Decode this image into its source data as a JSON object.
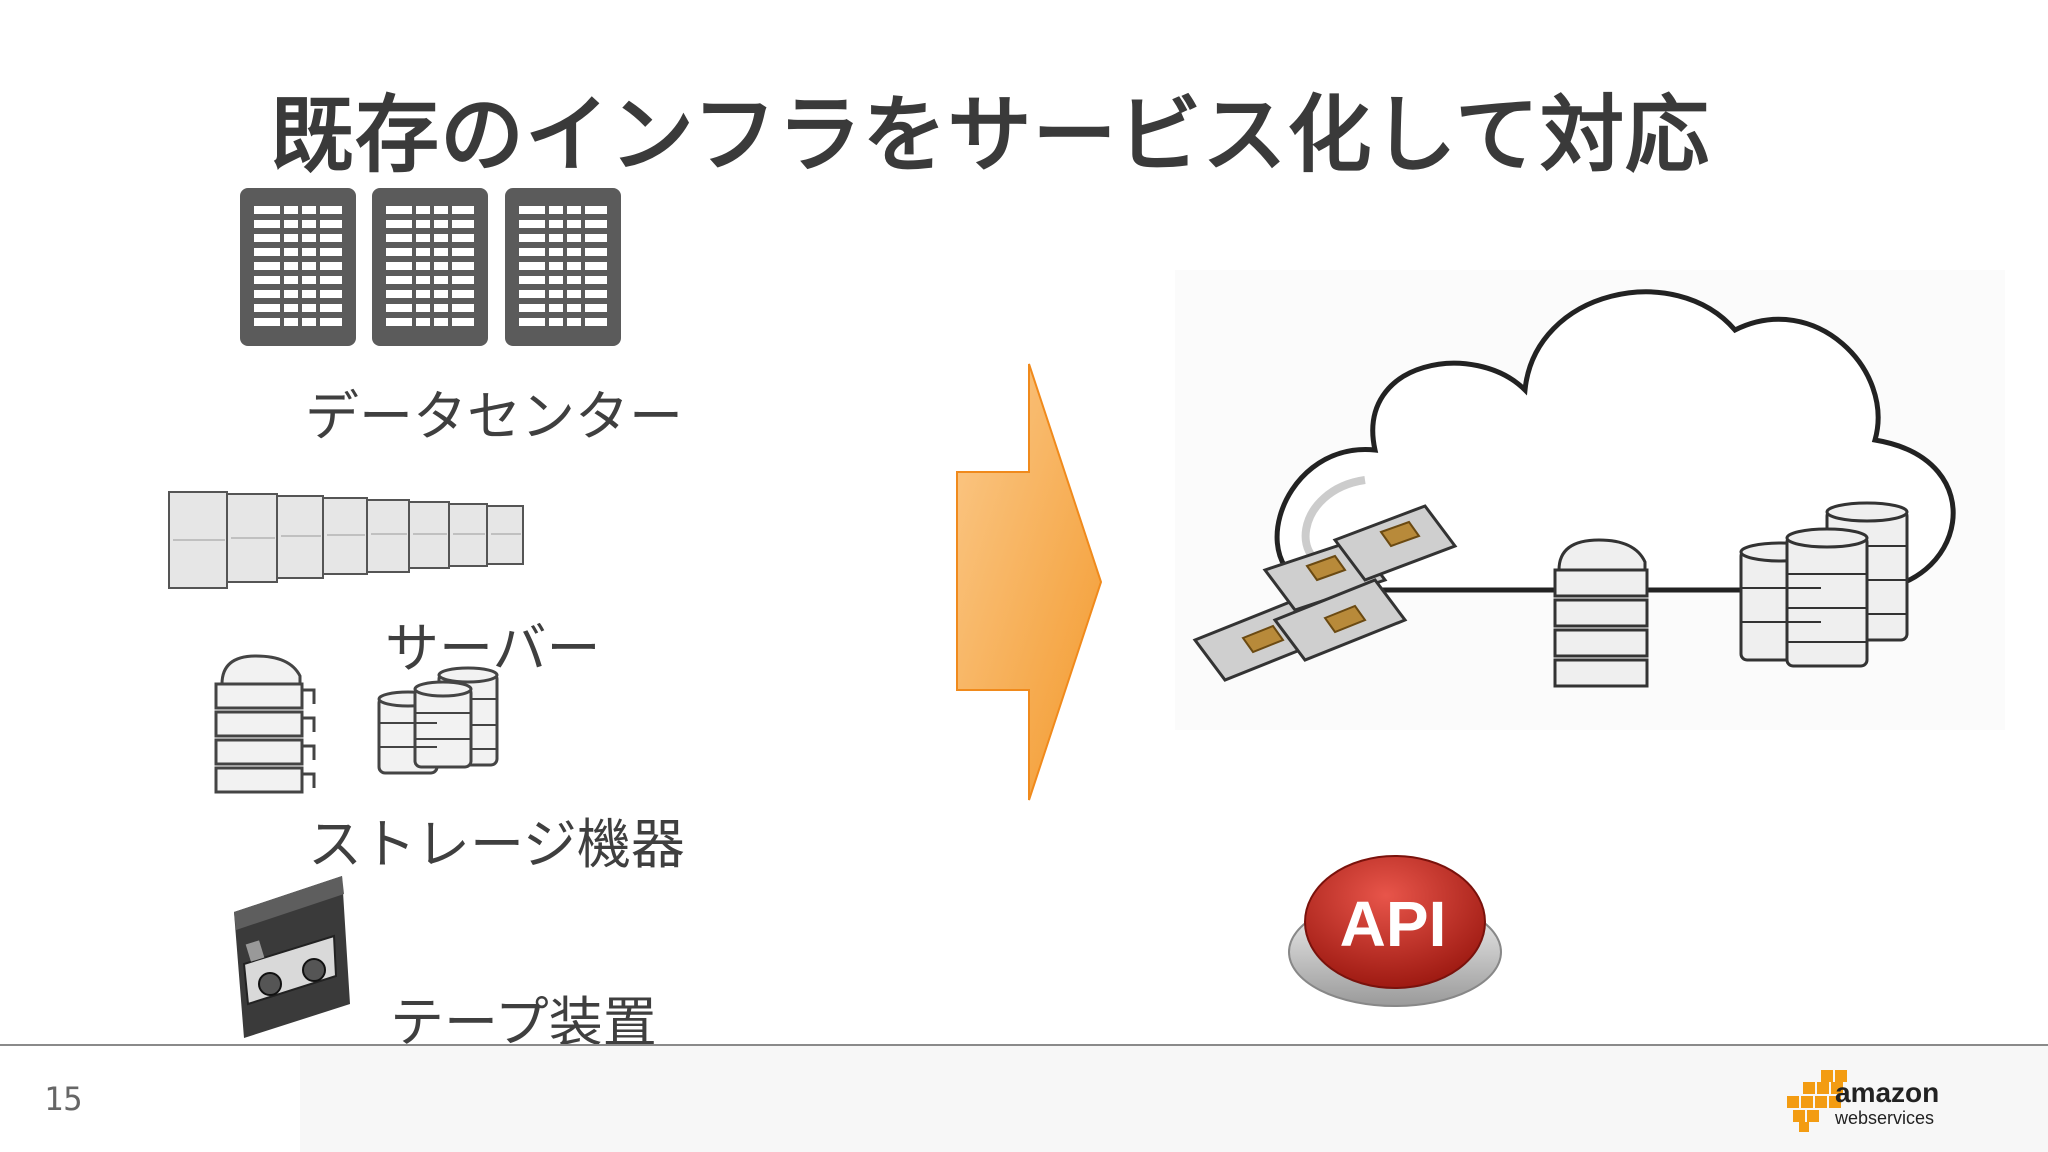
{
  "slide": {
    "title": "既存のインフラをサービス化して対応",
    "page_number": "15"
  },
  "left_items": {
    "datacenter_label": "データセンター",
    "server_label": "サーバー",
    "storage_label": "ストレージ機器",
    "tape_label": "テープ装置"
  },
  "api_button": {
    "label": "API"
  },
  "logo": {
    "line1": "amazon",
    "line2": "webservices"
  },
  "colors": {
    "title": "#3a3a3a",
    "arrow_orange": "#f7a545",
    "api_red": "#c0241a",
    "aws_orange": "#f39c12"
  }
}
